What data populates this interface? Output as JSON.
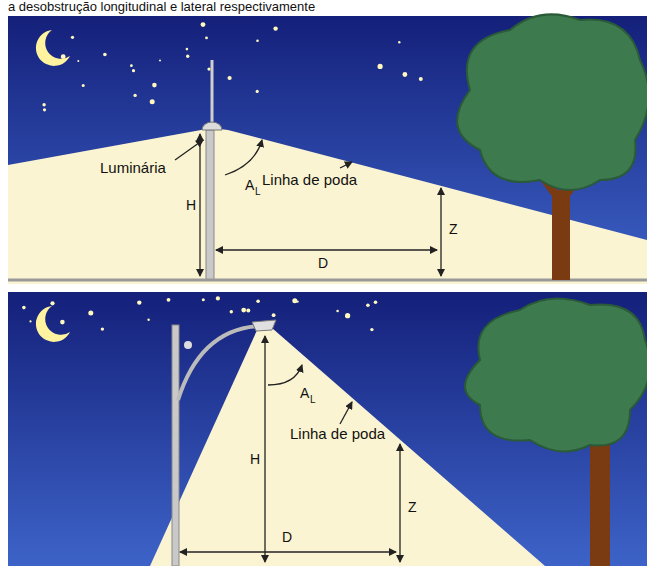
{
  "diagram": {
    "labels": [
      "a desobstrução longitudinal e lateral respectivamente",
      "Luminária",
      "H",
      "A",
      "L",
      "Linha de poda",
      "Z",
      "D",
      "H",
      "A",
      "L",
      "Linha de poda",
      "Z",
      "D"
    ]
  }
}
